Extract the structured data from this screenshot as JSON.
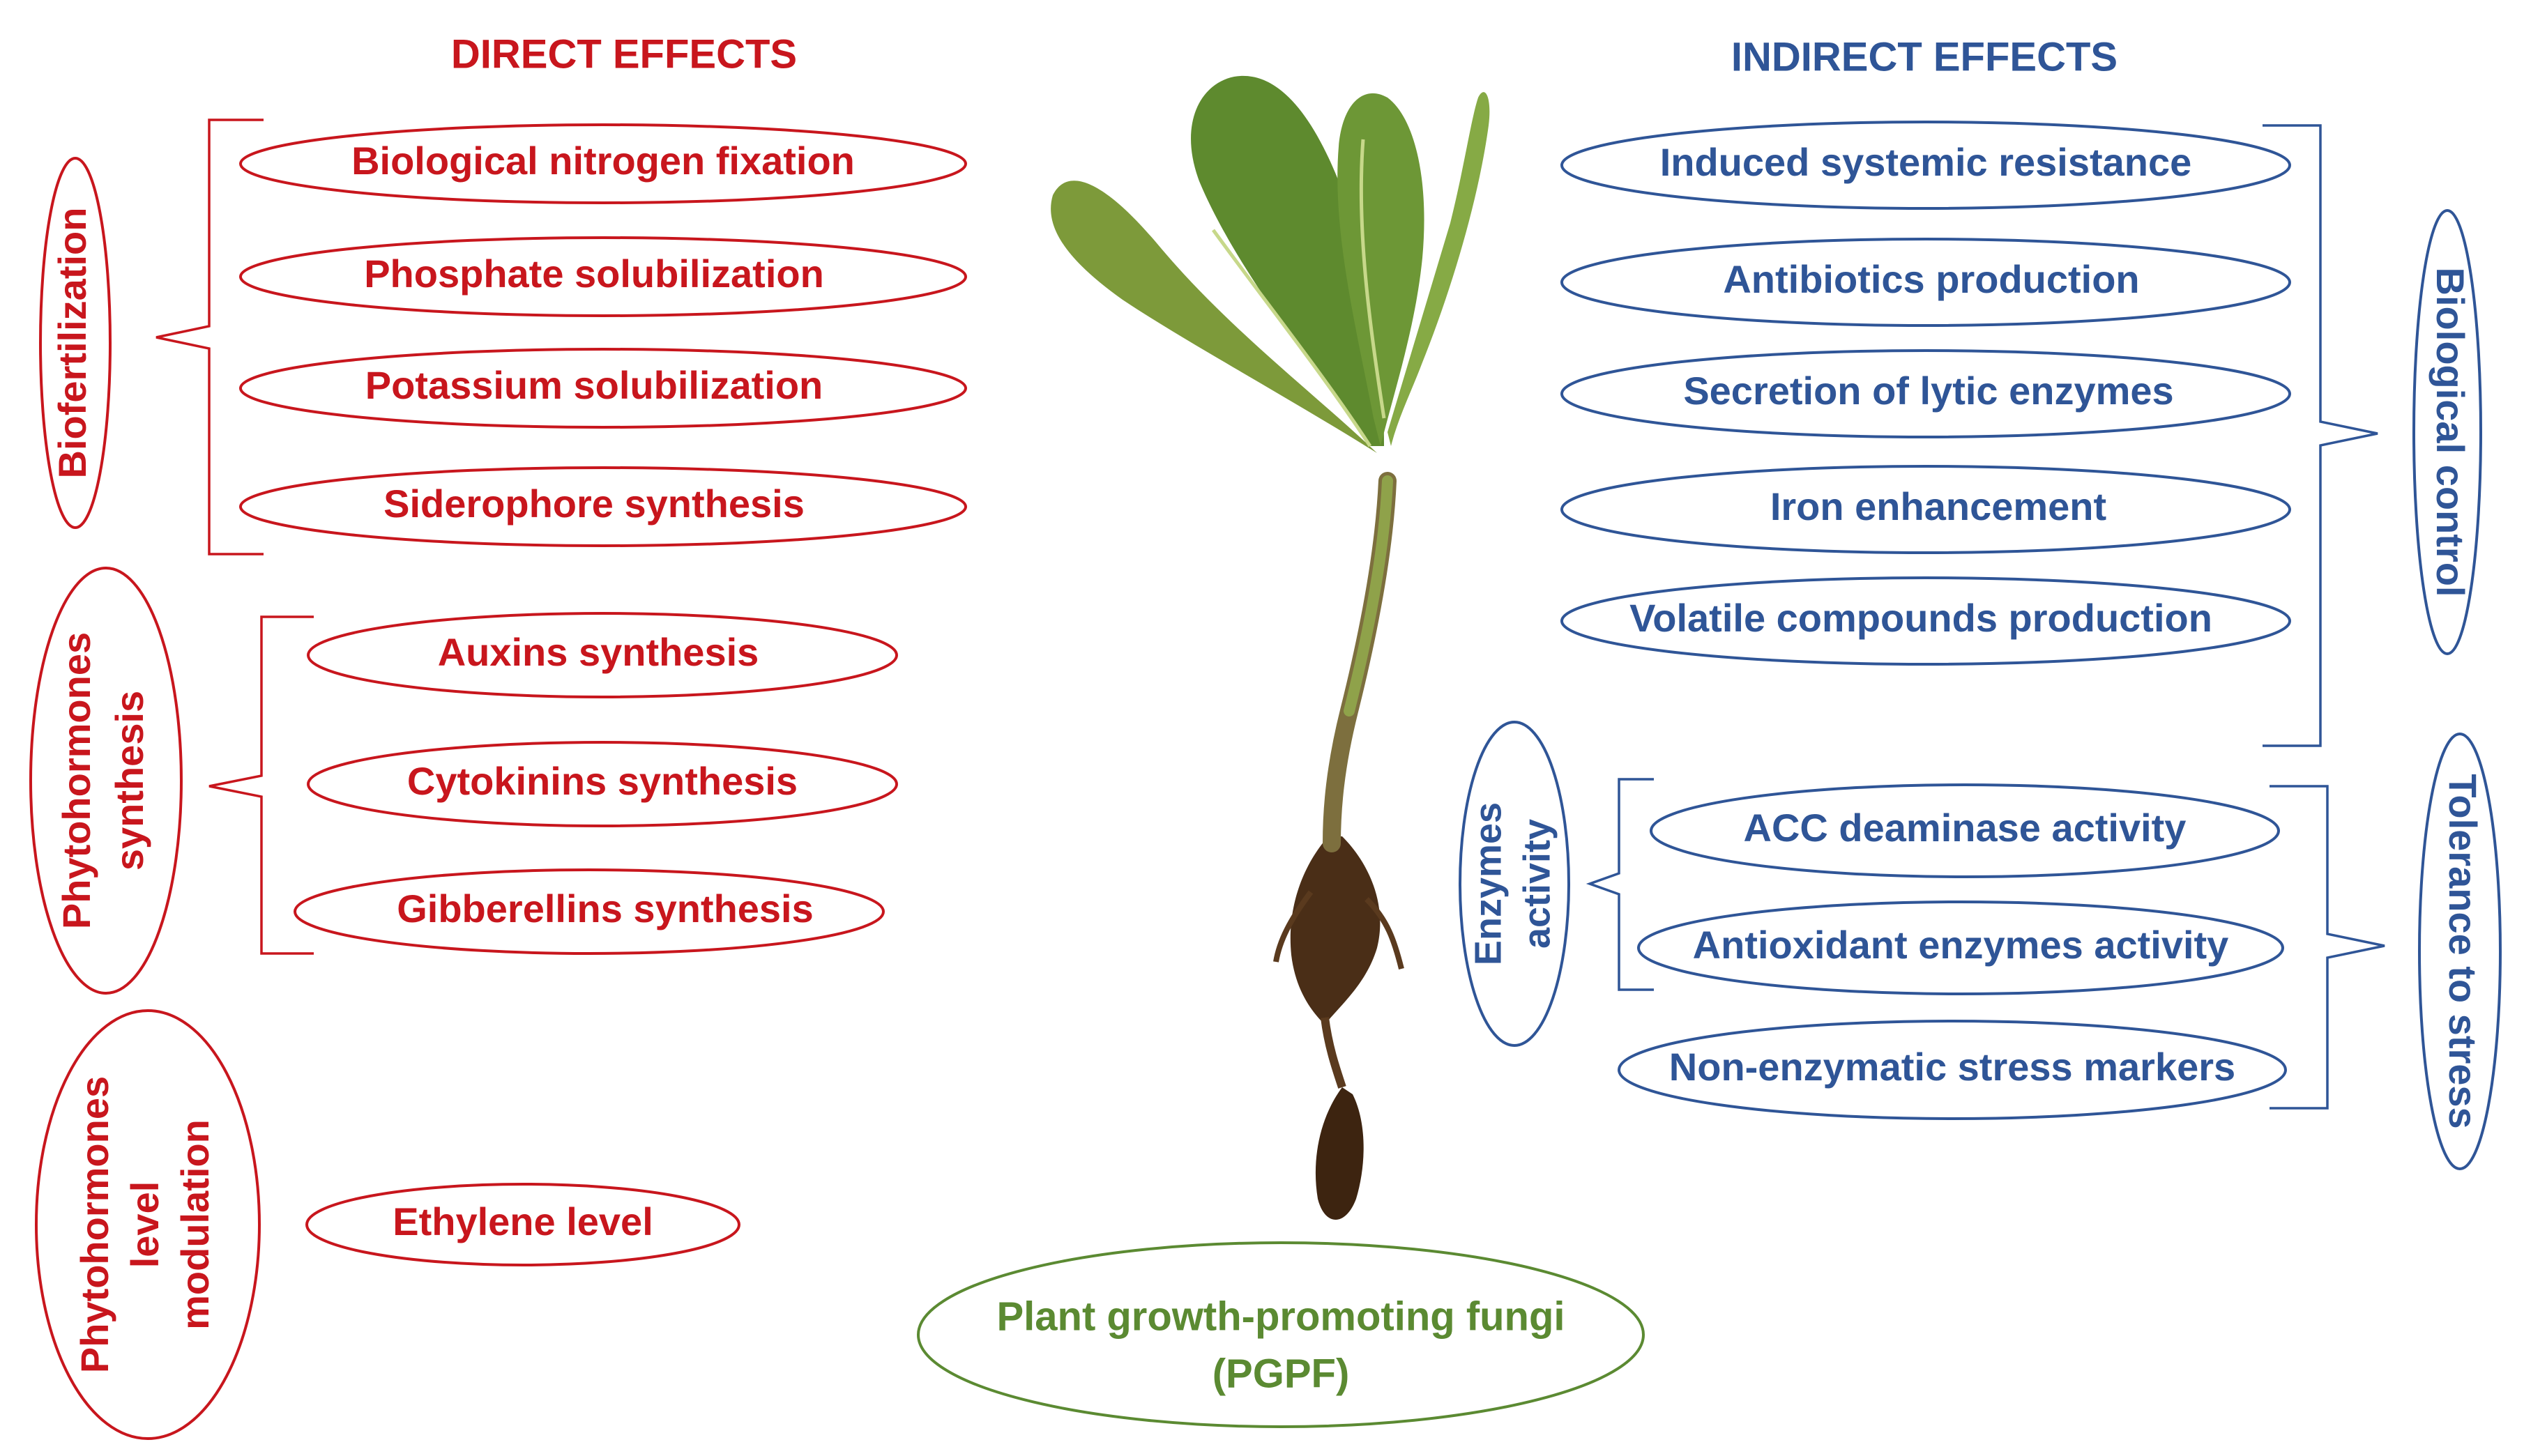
{
  "headings": {
    "direct": "DIRECT EFFECTS",
    "indirect": "INDIRECT EFFECTS"
  },
  "direct": {
    "biofertilization": {
      "label": "Biofertilization",
      "items": [
        "Biological nitrogen fixation",
        "Phosphate solubilization",
        "Potassium solubilization",
        "Siderophore synthesis"
      ]
    },
    "phytohormones_synthesis": {
      "label_lines": [
        "Phytohormones",
        "synthesis"
      ],
      "items": [
        "Auxins synthesis",
        "Cytokinins synthesis",
        "Gibberellins synthesis"
      ]
    },
    "phytohormones_level_modulation": {
      "label_lines": [
        "Phytohormones",
        "level",
        "modulation"
      ],
      "items": [
        "Ethylene level"
      ]
    }
  },
  "indirect": {
    "biological_control": {
      "label": "Biological control",
      "items": [
        "Induced systemic resistance",
        "Antibiotics production",
        "Secretion of lytic enzymes",
        "Iron enhancement",
        "Volatile compounds production"
      ]
    },
    "enzymes_activity": {
      "label_lines": [
        "Enzymes",
        "activity"
      ],
      "items": [
        "ACC deaminase activity",
        "Antioxidant enzymes activity"
      ]
    },
    "tolerance_to_stress": {
      "label": "Tolerance to stress",
      "items": [
        "Non-enzymatic stress markers"
      ]
    }
  },
  "center": {
    "label_lines": [
      "Plant growth-promoting fungi",
      "(PGPF)"
    ]
  },
  "colors": {
    "direct": "#c8161d",
    "indirect": "#2f5597",
    "center": "#5b8a32"
  }
}
